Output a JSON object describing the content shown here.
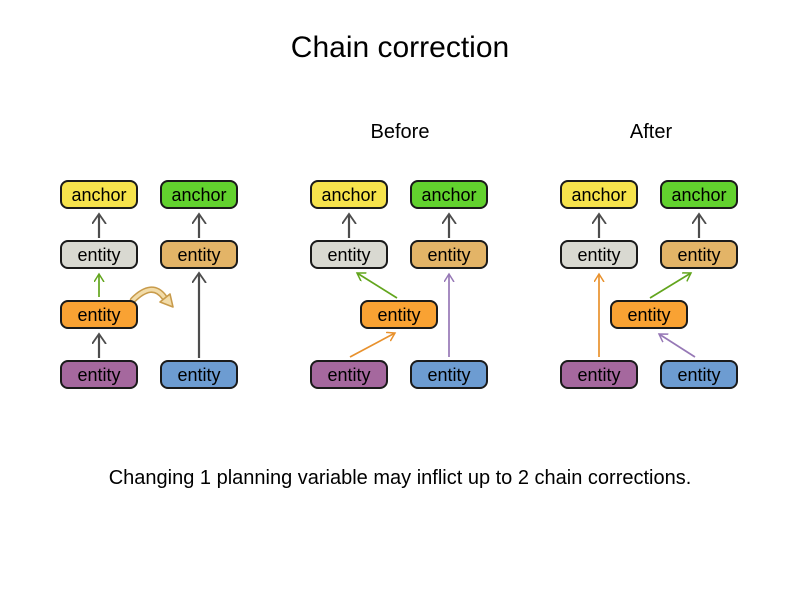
{
  "title": "Chain correction",
  "section_labels": {
    "before": "Before",
    "after": "After"
  },
  "caption": "Changing 1 planning variable may inflict up to 2 chain corrections.",
  "node_labels": {
    "anchor": "anchor",
    "entity": "entity"
  },
  "colors": {
    "background": "#ffffff",
    "text": "#000000",
    "anchor_yellow": "#f6e34c",
    "anchor_green": "#62d22e",
    "entity_gray": "#d9d9d1",
    "entity_tan": "#e3b467",
    "entity_orange": "#f9a233",
    "entity_purple": "#a5689e",
    "entity_blue": "#6d9cd1",
    "arrow_dark": "#4d4d4d",
    "arrow_green": "#62a51d",
    "arrow_orange": "#e8912d",
    "arrow_purple": "#9678b6",
    "move_arrow_fill": "#f2dca9",
    "move_arrow_stroke": "#c89b4b"
  }
}
